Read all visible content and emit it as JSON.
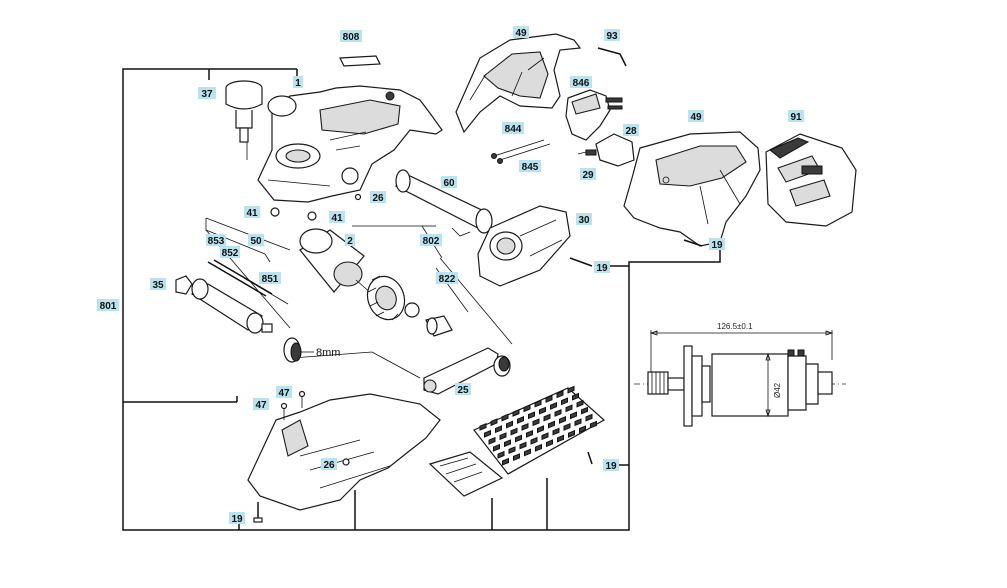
{
  "labels": {
    "l808": "808",
    "l49a": "49",
    "l93": "93",
    "l1": "1",
    "l37": "37",
    "l846": "846",
    "l844": "844",
    "l845": "845",
    "l28": "28",
    "l29": "29",
    "l49b": "49",
    "l91": "91",
    "l26a": "26",
    "l41a": "41",
    "l41b": "41",
    "l60": "60",
    "l30": "30",
    "l19a": "19",
    "l19b": "19",
    "l2": "2",
    "l802": "802",
    "l853": "853",
    "l852": "852",
    "l50": "50",
    "l851": "851",
    "l822": "822",
    "l35": "35",
    "l801": "801",
    "l25": "25",
    "l47a": "47",
    "l47b": "47",
    "l26b": "26",
    "l19c": "19",
    "l19d": "19"
  },
  "annotations": {
    "shaft": "8mm",
    "dimension": "126.5±0.1",
    "diameter": "Ø42"
  }
}
